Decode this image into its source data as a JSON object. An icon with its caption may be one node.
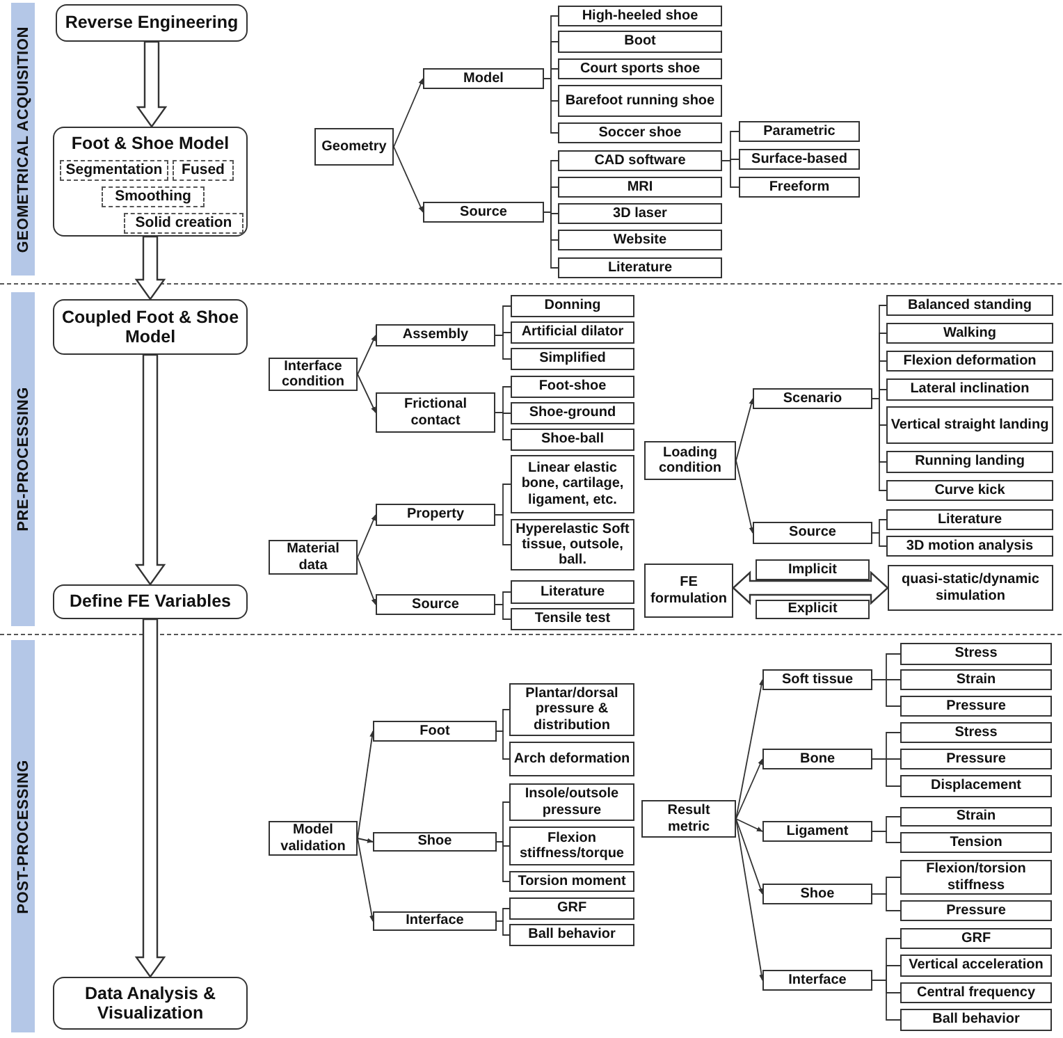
{
  "diagram": {
    "nodes": [
      {
        "text": [
          "GEOMETRICAL ACQUISITION"
        ]
      },
      {
        "text": [
          "Reverse Engineering"
        ]
      },
      {
        "text": [
          "Foot & Shoe Model"
        ]
      },
      {
        "text": [
          "Segmentation"
        ],
        "in": 2
      },
      {
        "text": [
          "Fused"
        ],
        "in": 2
      },
      {
        "text": [
          "Smoothing"
        ],
        "in": 2
      },
      {
        "text": [
          "Solid creation"
        ],
        "in": 2
      },
      {
        "text": [
          "Geometry"
        ]
      },
      {
        "text": [
          "Model"
        ]
      },
      {
        "text": [
          "Source"
        ]
      },
      {
        "text": [
          "High-heeled shoe"
        ]
      },
      {
        "text": [
          "Boot"
        ]
      },
      {
        "text": [
          "Court sports shoe"
        ]
      },
      {
        "text": [
          "Barefoot running shoe"
        ]
      },
      {
        "text": [
          "Soccer shoe"
        ]
      },
      {
        "text": [
          "CAD software"
        ]
      },
      {
        "text": [
          "MRI"
        ]
      },
      {
        "text": [
          "3D laser"
        ]
      },
      {
        "text": [
          "Website"
        ]
      },
      {
        "text": [
          "Literature"
        ]
      },
      {
        "text": [
          "Parametric"
        ]
      },
      {
        "text": [
          "Surface-based"
        ]
      },
      {
        "text": [
          "Freeform"
        ]
      },
      {
        "text": [
          "PRE-PROCESSING"
        ]
      },
      {
        "text": [
          "Coupled Foot & Shoe Model"
        ]
      },
      {
        "text": [
          "Define FE Variables"
        ]
      },
      {
        "text": [
          "Interface condition"
        ]
      },
      {
        "text": [
          "Assembly"
        ]
      },
      {
        "text": [
          "Frictional contact"
        ]
      },
      {
        "text": [
          "Donning"
        ]
      },
      {
        "text": [
          "Artificial dilator"
        ]
      },
      {
        "text": [
          "Simplified"
        ]
      },
      {
        "text": [
          "Foot-shoe"
        ]
      },
      {
        "text": [
          "Shoe-ground"
        ]
      },
      {
        "text": [
          "Shoe-ball"
        ]
      },
      {
        "text": [
          "Material data"
        ]
      },
      {
        "text": [
          "Property"
        ]
      },
      {
        "text": [
          "Source"
        ]
      },
      {
        "text": [
          "Linear elastic bone, cartilage, ligament, etc."
        ]
      },
      {
        "text": [
          "Hyperelastic Soft tissue, outsole, ball."
        ]
      },
      {
        "text": [
          "Literature"
        ]
      },
      {
        "text": [
          "Tensile test"
        ]
      },
      {
        "text": [
          "Loading condition"
        ]
      },
      {
        "text": [
          "Scenario"
        ]
      },
      {
        "text": [
          "Source"
        ]
      },
      {
        "text": [
          "Balanced standing"
        ]
      },
      {
        "text": [
          "Walking"
        ]
      },
      {
        "text": [
          "Flexion deformation"
        ]
      },
      {
        "text": [
          "Lateral inclination"
        ]
      },
      {
        "text": [
          "Vertical straight landing"
        ]
      },
      {
        "text": [
          "Running landing"
        ]
      },
      {
        "text": [
          "Curve kick"
        ]
      },
      {
        "text": [
          "Literature"
        ]
      },
      {
        "text": [
          "3D motion analysis"
        ]
      },
      {
        "text": [
          "FE formulation"
        ]
      },
      {
        "text": [
          "Implicit"
        ]
      },
      {
        "text": [
          "Explicit"
        ]
      },
      {
        "text": [
          "quasi-static/dynamic simulation"
        ]
      },
      {
        "text": [
          "POST-PROCESSING"
        ]
      },
      {
        "text": [
          "Data Analysis & Visualization"
        ]
      },
      {
        "text": [
          "Model validation"
        ]
      },
      {
        "text": [
          "Foot"
        ]
      },
      {
        "text": [
          "Shoe"
        ]
      },
      {
        "text": [
          "Interface"
        ]
      },
      {
        "text": [
          "Plantar/dorsal pressure & distribution"
        ]
      },
      {
        "text": [
          "Arch deformation"
        ]
      },
      {
        "text": [
          "Insole/outsole pressure"
        ]
      },
      {
        "text": [
          "Flexion stiffness/torque"
        ]
      },
      {
        "text": [
          "Torsion moment"
        ]
      },
      {
        "text": [
          "GRF"
        ]
      },
      {
        "text": [
          "Ball behavior"
        ]
      },
      {
        "text": [
          "Result metric"
        ]
      },
      {
        "text": [
          "Soft tissue"
        ]
      },
      {
        "text": [
          "Bone"
        ]
      },
      {
        "text": [
          "Ligament"
        ]
      },
      {
        "text": [
          "Shoe"
        ]
      },
      {
        "text": [
          "Interface"
        ]
      },
      {
        "text": [
          "Stress"
        ]
      },
      {
        "text": [
          "Strain"
        ]
      },
      {
        "text": [
          "Pressure"
        ]
      },
      {
        "text": [
          "Stress"
        ]
      },
      {
        "text": [
          "Pressure"
        ]
      },
      {
        "text": [
          "Displacement"
        ]
      },
      {
        "text": [
          "Strain"
        ]
      },
      {
        "text": [
          "Tension"
        ]
      },
      {
        "text": [
          "Flexion/torsion stiffness"
        ]
      },
      {
        "text": [
          "Pressure"
        ]
      },
      {
        "text": [
          "GRF"
        ]
      },
      {
        "text": [
          "Vertical acceleration"
        ]
      },
      {
        "text": [
          "Central frequency"
        ]
      },
      {
        "text": [
          "Ball behavior"
        ]
      }
    ],
    "edges": [
      {
        "from": 1,
        "to": 2,
        "arrow": "to",
        "style": "thick"
      },
      {
        "from": 2,
        "to": 24,
        "arrow": "to",
        "style": "thick"
      },
      {
        "from": 24,
        "to": 25,
        "arrow": "to",
        "style": "thick"
      },
      {
        "from": 25,
        "to": 59,
        "arrow": "to",
        "style": "thick"
      },
      {
        "from": 54,
        "to": 57,
        "arrow": "both",
        "style": "thick"
      },
      {
        "from": 7,
        "to": 8,
        "arrow": "to"
      },
      {
        "from": 7,
        "to": 9,
        "arrow": "to"
      },
      {
        "from": 8,
        "to": 10,
        "arrow": "none"
      },
      {
        "from": 8,
        "to": 11,
        "arrow": "none"
      },
      {
        "from": 8,
        "to": 12,
        "arrow": "none"
      },
      {
        "from": 8,
        "to": 13,
        "arrow": "none"
      },
      {
        "from": 8,
        "to": 14,
        "arrow": "none"
      },
      {
        "from": 9,
        "to": 15,
        "arrow": "none"
      },
      {
        "from": 9,
        "to": 16,
        "arrow": "none"
      },
      {
        "from": 9,
        "to": 17,
        "arrow": "none"
      },
      {
        "from": 9,
        "to": 18,
        "arrow": "none"
      },
      {
        "from": 9,
        "to": 19,
        "arrow": "none"
      },
      {
        "from": 15,
        "to": 20,
        "arrow": "none"
      },
      {
        "from": 15,
        "to": 21,
        "arrow": "none"
      },
      {
        "from": 15,
        "to": 22,
        "arrow": "none"
      },
      {
        "from": 26,
        "to": 27,
        "arrow": "to"
      },
      {
        "from": 26,
        "to": 28,
        "arrow": "to"
      },
      {
        "from": 27,
        "to": 29,
        "arrow": "none"
      },
      {
        "from": 27,
        "to": 30,
        "arrow": "none"
      },
      {
        "from": 27,
        "to": 31,
        "arrow": "none"
      },
      {
        "from": 28,
        "to": 32,
        "arrow": "none"
      },
      {
        "from": 28,
        "to": 33,
        "arrow": "none"
      },
      {
        "from": 28,
        "to": 34,
        "arrow": "none"
      },
      {
        "from": 35,
        "to": 36,
        "arrow": "to"
      },
      {
        "from": 35,
        "to": 37,
        "arrow": "to"
      },
      {
        "from": 36,
        "to": 38,
        "arrow": "none"
      },
      {
        "from": 36,
        "to": 39,
        "arrow": "none"
      },
      {
        "from": 37,
        "to": 40,
        "arrow": "none"
      },
      {
        "from": 37,
        "to": 41,
        "arrow": "none"
      },
      {
        "from": 42,
        "to": 43,
        "arrow": "to"
      },
      {
        "from": 42,
        "to": 44,
        "arrow": "to"
      },
      {
        "from": 43,
        "to": 45,
        "arrow": "none"
      },
      {
        "from": 43,
        "to": 46,
        "arrow": "none"
      },
      {
        "from": 43,
        "to": 47,
        "arrow": "none"
      },
      {
        "from": 43,
        "to": 48,
        "arrow": "none"
      },
      {
        "from": 43,
        "to": 49,
        "arrow": "none"
      },
      {
        "from": 43,
        "to": 50,
        "arrow": "none"
      },
      {
        "from": 43,
        "to": 51,
        "arrow": "none"
      },
      {
        "from": 44,
        "to": 52,
        "arrow": "none"
      },
      {
        "from": 44,
        "to": 53,
        "arrow": "none"
      },
      {
        "from": 60,
        "to": 61,
        "arrow": "to"
      },
      {
        "from": 60,
        "to": 62,
        "arrow": "to"
      },
      {
        "from": 60,
        "to": 63,
        "arrow": "to"
      },
      {
        "from": 61,
        "to": 64,
        "arrow": "none"
      },
      {
        "from": 61,
        "to": 65,
        "arrow": "none"
      },
      {
        "from": 62,
        "to": 66,
        "arrow": "none"
      },
      {
        "from": 62,
        "to": 67,
        "arrow": "none"
      },
      {
        "from": 62,
        "to": 68,
        "arrow": "none"
      },
      {
        "from": 63,
        "to": 69,
        "arrow": "none"
      },
      {
        "from": 63,
        "to": 70,
        "arrow": "none"
      },
      {
        "from": 71,
        "to": 72,
        "arrow": "to"
      },
      {
        "from": 71,
        "to": 73,
        "arrow": "to"
      },
      {
        "from": 71,
        "to": 74,
        "arrow": "to"
      },
      {
        "from": 71,
        "to": 75,
        "arrow": "to"
      },
      {
        "from": 71,
        "to": 76,
        "arrow": "to"
      },
      {
        "from": 72,
        "to": 77,
        "arrow": "none"
      },
      {
        "from": 72,
        "to": 78,
        "arrow": "none"
      },
      {
        "from": 72,
        "to": 79,
        "arrow": "none"
      },
      {
        "from": 73,
        "to": 80,
        "arrow": "none"
      },
      {
        "from": 73,
        "to": 81,
        "arrow": "none"
      },
      {
        "from": 73,
        "to": 82,
        "arrow": "none"
      },
      {
        "from": 74,
        "to": 83,
        "arrow": "none"
      },
      {
        "from": 74,
        "to": 84,
        "arrow": "none"
      },
      {
        "from": 75,
        "to": 85,
        "arrow": "none"
      },
      {
        "from": 75,
        "to": 86,
        "arrow": "none"
      },
      {
        "from": 76,
        "to": 87,
        "arrow": "none"
      },
      {
        "from": 76,
        "to": 88,
        "arrow": "none"
      },
      {
        "from": 76,
        "to": 89,
        "arrow": "none"
      },
      {
        "from": 76,
        "to": 90,
        "arrow": "none"
      }
    ]
  }
}
